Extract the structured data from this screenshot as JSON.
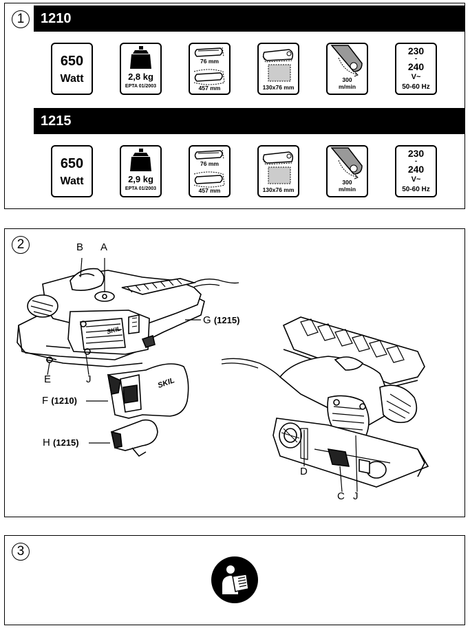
{
  "section1": {
    "number": "1",
    "models": [
      {
        "name": "1210",
        "specs": {
          "power_value": "650",
          "power_unit": "Watt",
          "weight": "2,8 kg",
          "weight_note": "EPTA 01/2003",
          "belt_width": "76 mm",
          "belt_length": "457 mm",
          "plate": "130x76 mm",
          "speed_value": "300",
          "speed_unit": "m/min",
          "volt_hi": "230",
          "volt_dash": "-",
          "volt_lo": "240",
          "volt_unit": "V~",
          "freq": "50-60 Hz"
        }
      },
      {
        "name": "1215",
        "specs": {
          "power_value": "650",
          "power_unit": "Watt",
          "weight": "2,9 kg",
          "weight_note": "EPTA 01/2003",
          "belt_width": "76 mm",
          "belt_length": "457 mm",
          "plate": "130x76 mm",
          "speed_value": "300",
          "speed_unit": "m/min",
          "volt_hi": "230",
          "volt_dash": "-",
          "volt_lo": "240",
          "volt_unit": "V~",
          "freq": "50-60 Hz"
        }
      }
    ]
  },
  "section2": {
    "number": "2",
    "labels": {
      "B": "B",
      "A": "A",
      "G": "G",
      "G_model": "(1215)",
      "E": "E",
      "J1": "J",
      "F": "F",
      "F_model": "(1210)",
      "H": "H",
      "H_model": "(1215)",
      "D": "D",
      "C": "C",
      "J2": "J"
    },
    "brand": "SKIL"
  },
  "section3": {
    "number": "3",
    "icon": "read-manual-icon"
  }
}
